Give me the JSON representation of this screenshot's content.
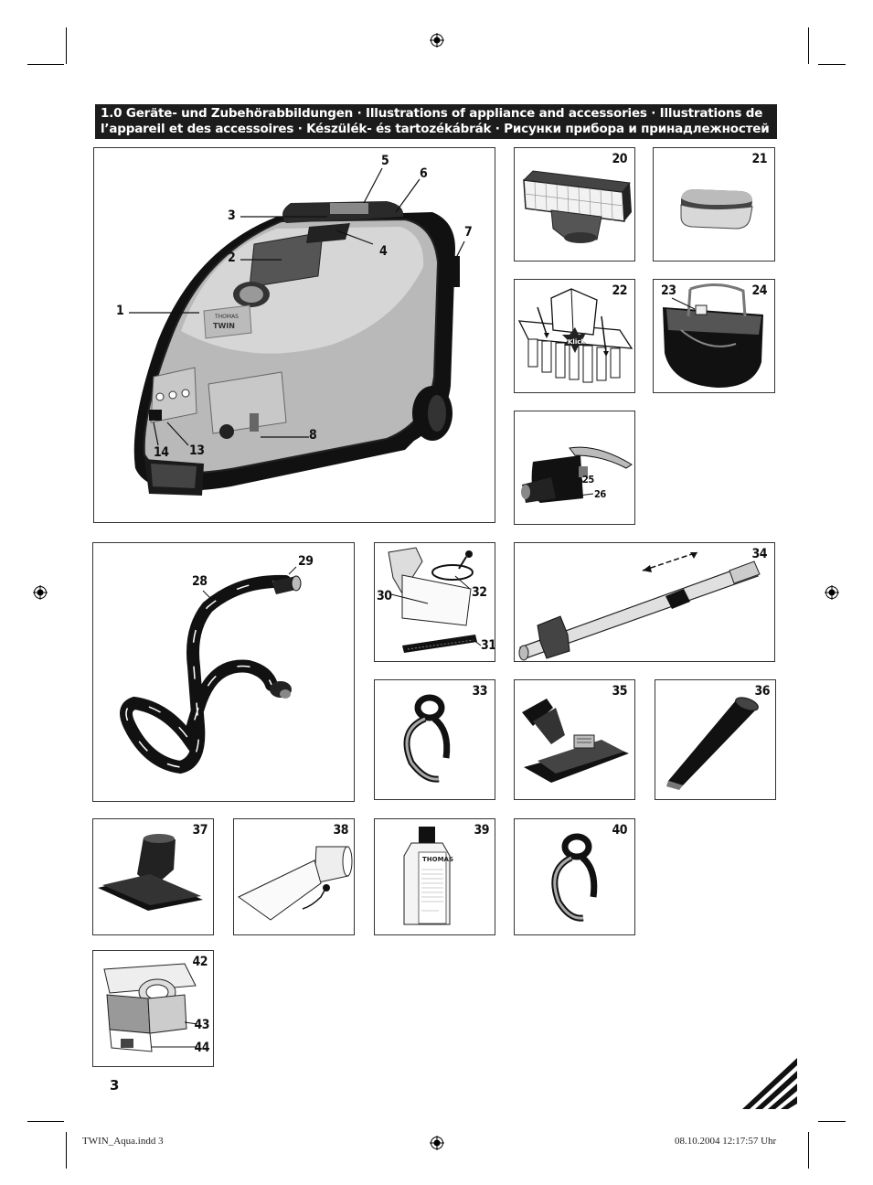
{
  "header": {
    "line1": "1.0 Geräte- und Zubehörabbildungen · Illustrations of appliance and accessories · Illustrations de",
    "line2": "l’appareil et des accessoires · Készülék- és tartozékábrák · Рисунки прибора и принадлежностей к нему"
  },
  "main_callouts": [
    "1",
    "2",
    "3",
    "4",
    "5",
    "6",
    "7",
    "8",
    "13",
    "14"
  ],
  "device_label": {
    "brand": "THOMAS",
    "model": "TWIN"
  },
  "panel_numbers": {
    "p20": "20",
    "p21": "21",
    "p22": "22",
    "p23": "23",
    "p24": "24",
    "p25": "25",
    "p26": "26",
    "p28": "28",
    "p29": "29",
    "p30": "30",
    "p31": "31",
    "p32": "32",
    "p33": "33",
    "p34": "34",
    "p35": "35",
    "p36": "36",
    "p37": "37",
    "p38": "38",
    "p39": "39",
    "p40": "40",
    "p42": "42",
    "p43": "43",
    "p44": "44"
  },
  "klick_text": "Klick",
  "bottle_label": "THOMAS",
  "page_number": "3",
  "slug": {
    "file": "TWIN_Aqua.indd   3",
    "timestamp": "08.10.2004   12:17:57 Uhr"
  }
}
